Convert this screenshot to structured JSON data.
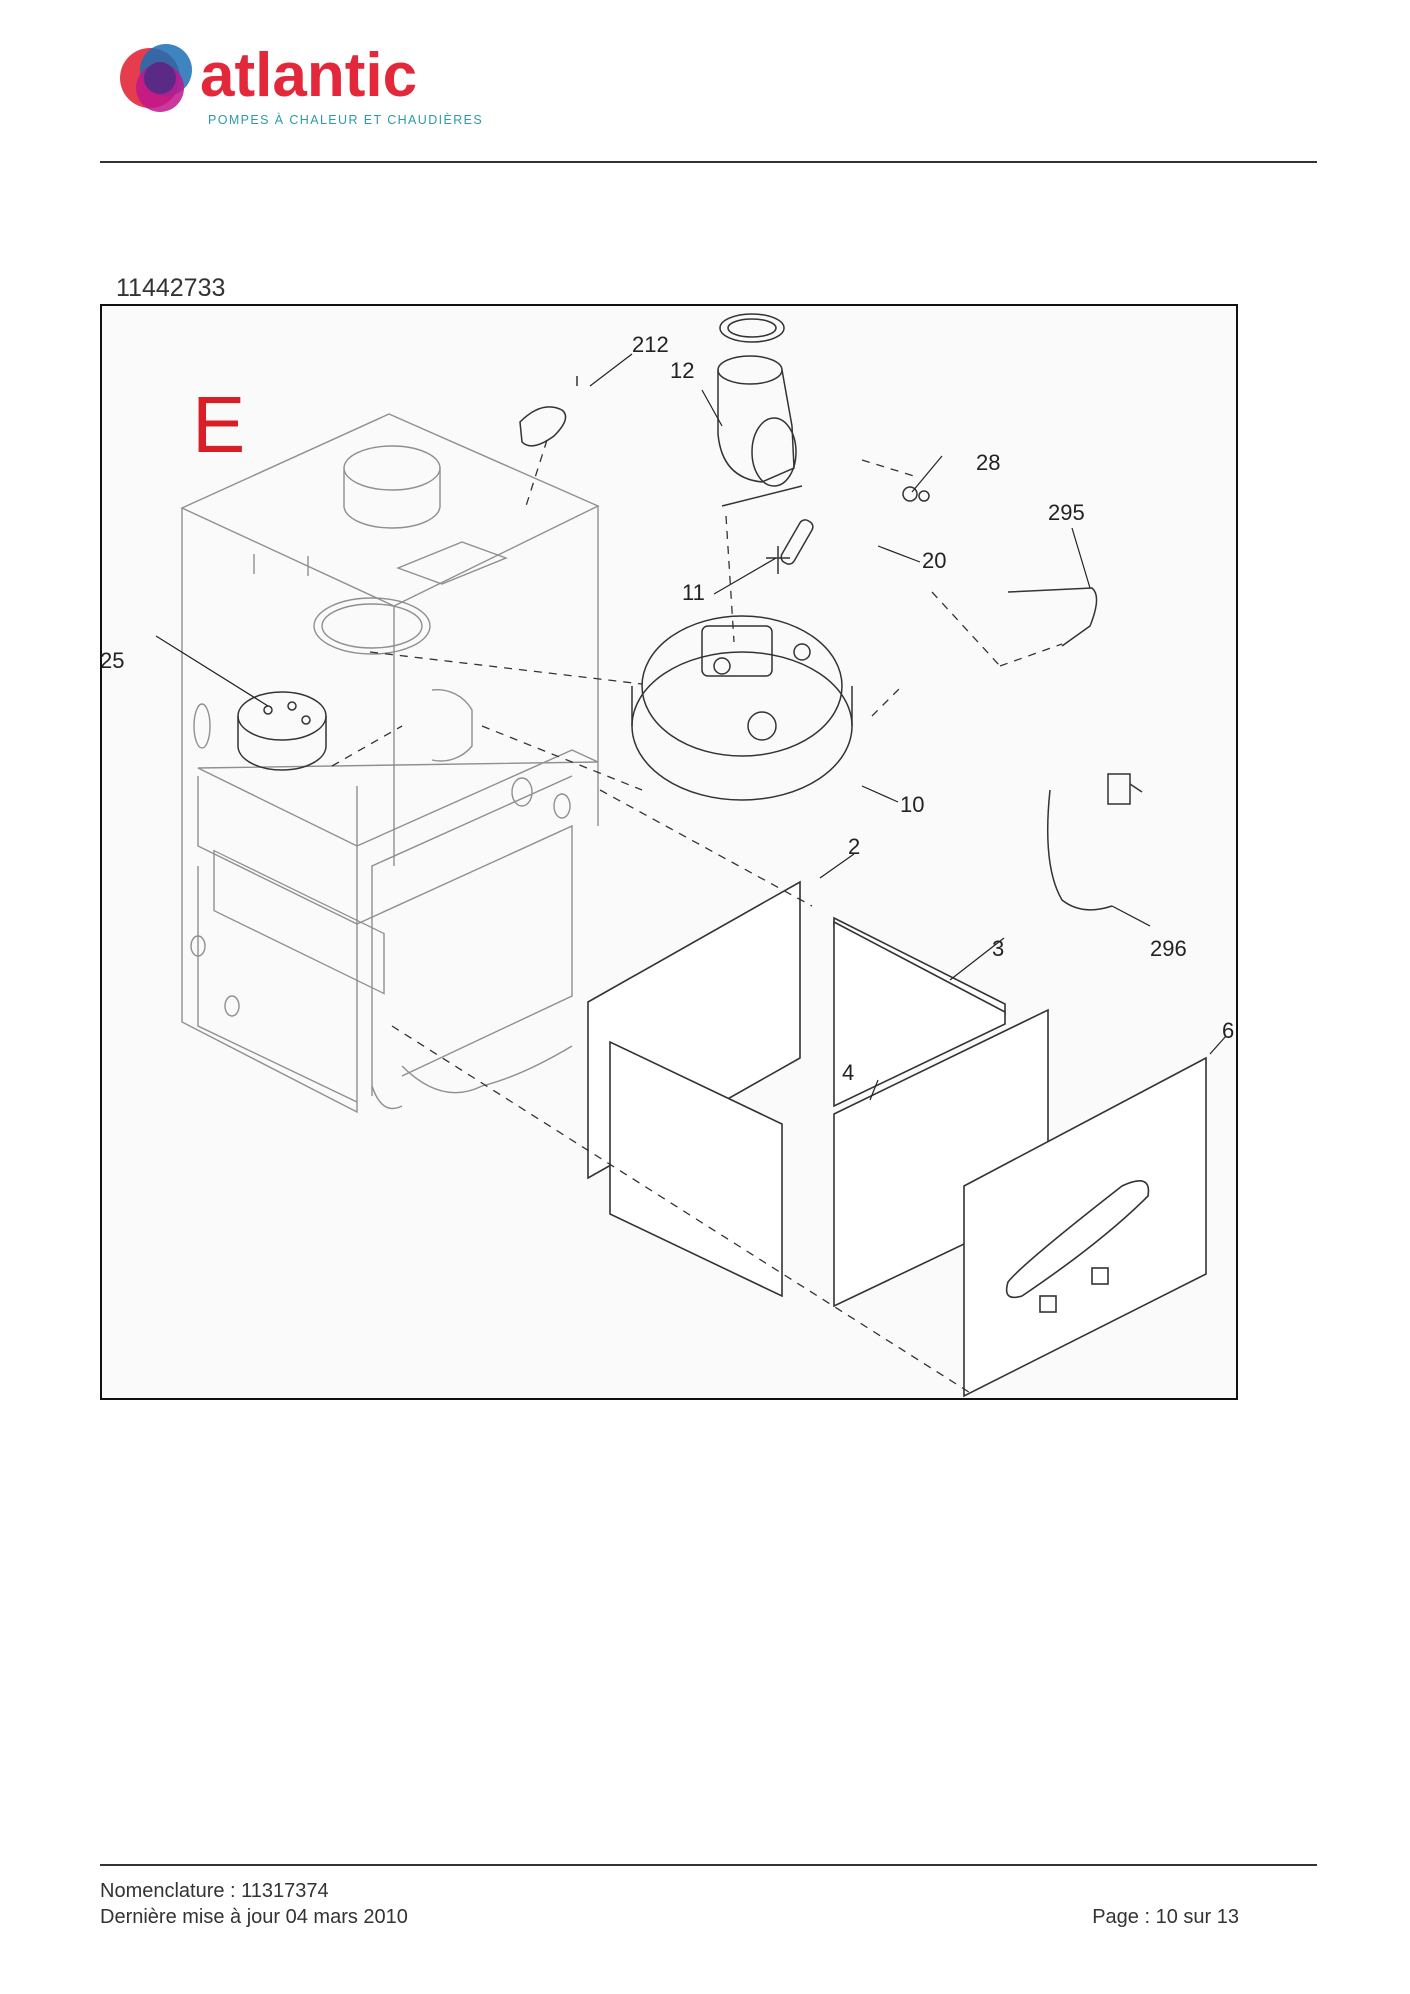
{
  "brand": {
    "name": "atlantic",
    "tagline": "POMPES À CHALEUR ET CHAUDIÈRES",
    "colors": {
      "red": "#e2283a",
      "magenta": "#c0158c",
      "blue": "#1b6fb5",
      "violet": "#5a2a86",
      "tagline": "#2d9aa8"
    }
  },
  "document": {
    "reference": "11442733"
  },
  "diagram": {
    "view_letter": "E",
    "view_letter_color": "#d81f26",
    "callouts": [
      "212",
      "12",
      "28",
      "295",
      "20",
      "11",
      "25",
      "10",
      "2",
      "3",
      "296",
      "4",
      "6"
    ]
  },
  "footer": {
    "nomenclature": "Nomenclature : 11317374",
    "last_update": "Dernière mise à jour 04 mars 2010",
    "page": "Page : 10 sur 13"
  }
}
